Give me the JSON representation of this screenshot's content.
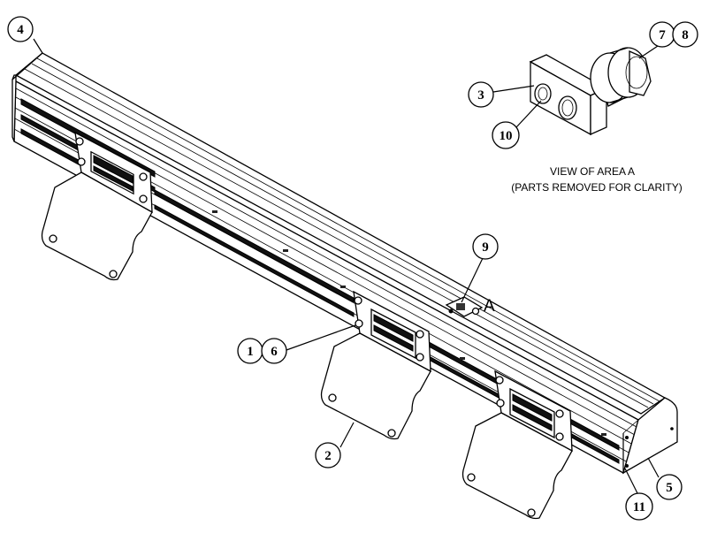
{
  "diagram": {
    "callouts": {
      "c1": "1",
      "c2": "2",
      "c3": "3",
      "c4": "4",
      "c5": "5",
      "c6": "6",
      "c7": "7",
      "c8": "8",
      "c9": "9",
      "c10": "10",
      "c11": "11"
    },
    "area_label": "A",
    "detail_caption": {
      "line1": "VIEW OF AREA A",
      "line2": "(PARTS REMOVED FOR CLARITY)"
    }
  }
}
